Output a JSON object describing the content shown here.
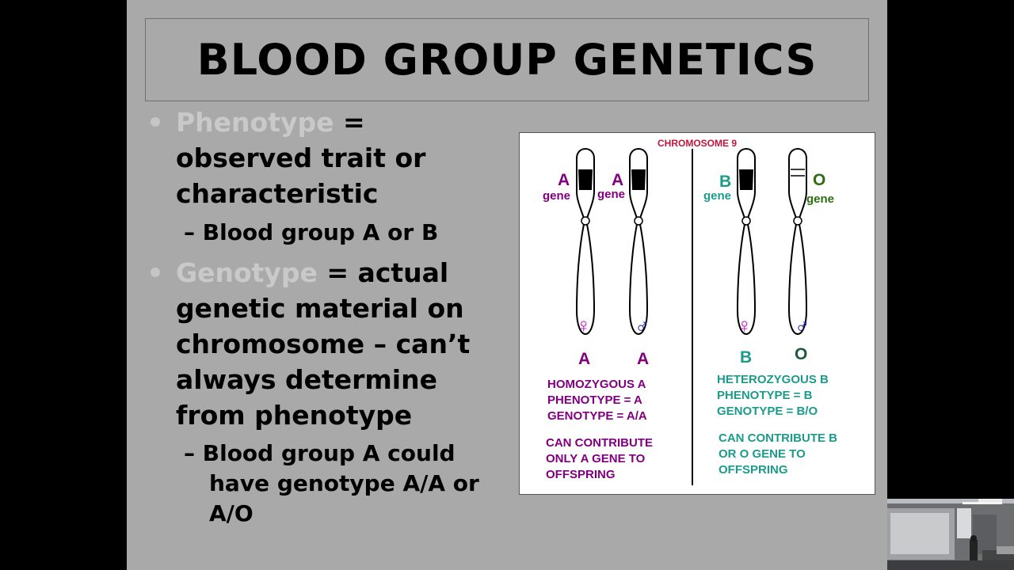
{
  "slide": {
    "title": "BLOOD GROUP GENETICS",
    "bullets": [
      {
        "term": "Phenotype",
        "rest_line1": " =",
        "lines": [
          "observed trait or",
          "characteristic"
        ],
        "sub": [
          "Blood group A or B"
        ]
      },
      {
        "term": "Genotype",
        "rest_line1": " = actual",
        "lines": [
          "genetic material on",
          "chromosome – can’t",
          "always determine",
          "from phenotype"
        ],
        "sub": [
          "Blood group A could",
          "have genotype A/A or",
          "A/O"
        ]
      }
    ]
  },
  "figure": {
    "title": "CHROMOSOME 9",
    "left": {
      "gene_letters": [
        "A",
        "A"
      ],
      "gene_word": "gene",
      "female_symbol": "♀",
      "male_symbol": "♂",
      "allele_female": "A",
      "allele_male": "A",
      "description": [
        "HOMOZYGOUS A",
        "PHENOTYPE = A",
        "GENOTYPE = A/A"
      ],
      "contribution": [
        "CAN CONTRIBUTE",
        "ONLY A GENE TO",
        "OFFSPRING"
      ]
    },
    "right": {
      "gene_letters": [
        "B",
        "O"
      ],
      "gene_word": "gene",
      "female_symbol": "♀",
      "male_symbol": "♂",
      "allele_female": "B",
      "allele_male": "O",
      "description": [
        "HETEROZYGOUS B",
        "PHENOTYPE = B",
        "GENOTYPE = B/O"
      ],
      "contribution": [
        "CAN CONTRIBUTE B",
        "OR O GENE TO",
        "OFFSPRING"
      ]
    },
    "colors": {
      "title": "#c0143c",
      "left_text": "#800080",
      "right_text": "#1c9a8a",
      "o_gene": "#2e6e10",
      "female_symbol": "#c80cc8",
      "male_symbol": "#1c1ca8"
    }
  },
  "webcam": {
    "description_icon": "webcam-thumbnail"
  }
}
